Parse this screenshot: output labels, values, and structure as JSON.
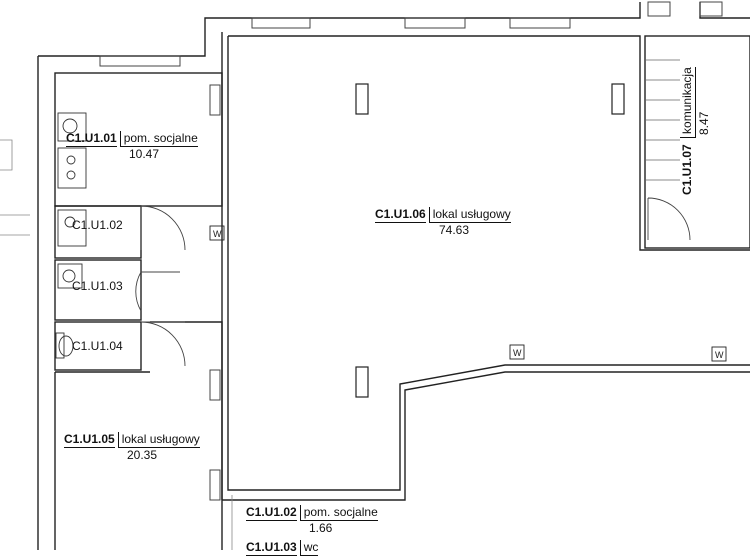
{
  "rooms": [
    {
      "code": "C1.U1.01",
      "name": "pom. socjalne",
      "area": "10.47"
    },
    {
      "code": "C1.U1.02",
      "name": "",
      "area": ""
    },
    {
      "code": "C1.U1.03",
      "name": "",
      "area": ""
    },
    {
      "code": "C1.U1.04",
      "name": "",
      "area": ""
    },
    {
      "code": "C1.U1.05",
      "name": "lokal usługowy",
      "area": "20.35"
    },
    {
      "code": "C1.U1.06",
      "name": "lokal usługowy",
      "area": "74.63"
    },
    {
      "code": "C1.U1.07",
      "name": "komunikacja",
      "area": "8.47"
    }
  ],
  "legend": [
    {
      "code": "C1.U1.02",
      "name": "pom. socjalne",
      "area": "1.66"
    },
    {
      "code": "C1.U1.03",
      "name": "wc",
      "area": ""
    }
  ],
  "symbols": {
    "riser": "W"
  }
}
